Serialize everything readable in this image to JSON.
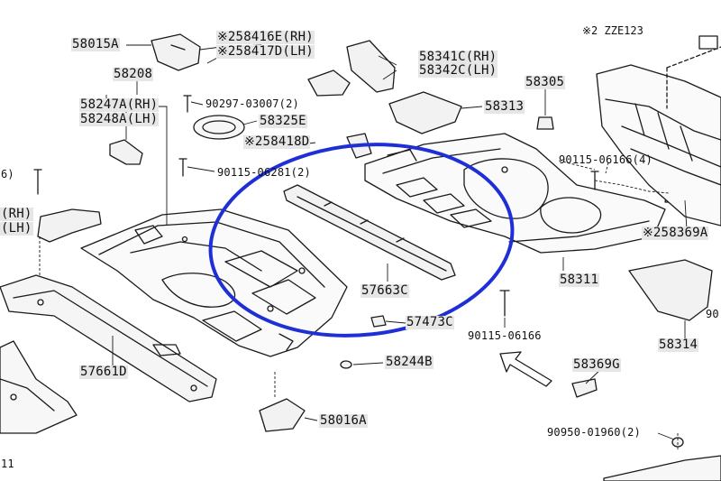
{
  "note_top_right": "※2 ZZE123",
  "labels": {
    "p58015A": "58015A",
    "p58416E": "※258416E(RH)",
    "p58417D": "※258417D(LH)",
    "p58341C": "58341C(RH)",
    "p58342C": "58342C(LH)",
    "p58208": "58208",
    "p58247A": "58247A(RH)",
    "p58248A": "58248A(LH)",
    "p90297": "90297-03007(2)",
    "p58325E": "58325E",
    "p58418D": "※258418D",
    "p58313": "58313",
    "p58305": "58305",
    "p90115_06281": "90115-06281(2)",
    "p90115_06166_4": "90115-06166(4)",
    "p58369A": "※258369A",
    "p58311": "58311",
    "p57663C": "57663C",
    "p57473C": "57473C",
    "p90115_06166": "90115-06166",
    "p58314": "58314",
    "p57661D": "57661D",
    "p58244B": "58244B",
    "p58369G": "58369G",
    "p58016A": "58016A",
    "p90950": "90950-01960(2)",
    "left_rh": "(RH)",
    "left_lh": "(LH)",
    "left_6": "6)",
    "left_11": "11",
    "right_90": "90"
  },
  "colors": {
    "line": "#1a1a1a",
    "highlight_circle": "#1f2fd6",
    "label_bg": "#e6e6e6"
  }
}
